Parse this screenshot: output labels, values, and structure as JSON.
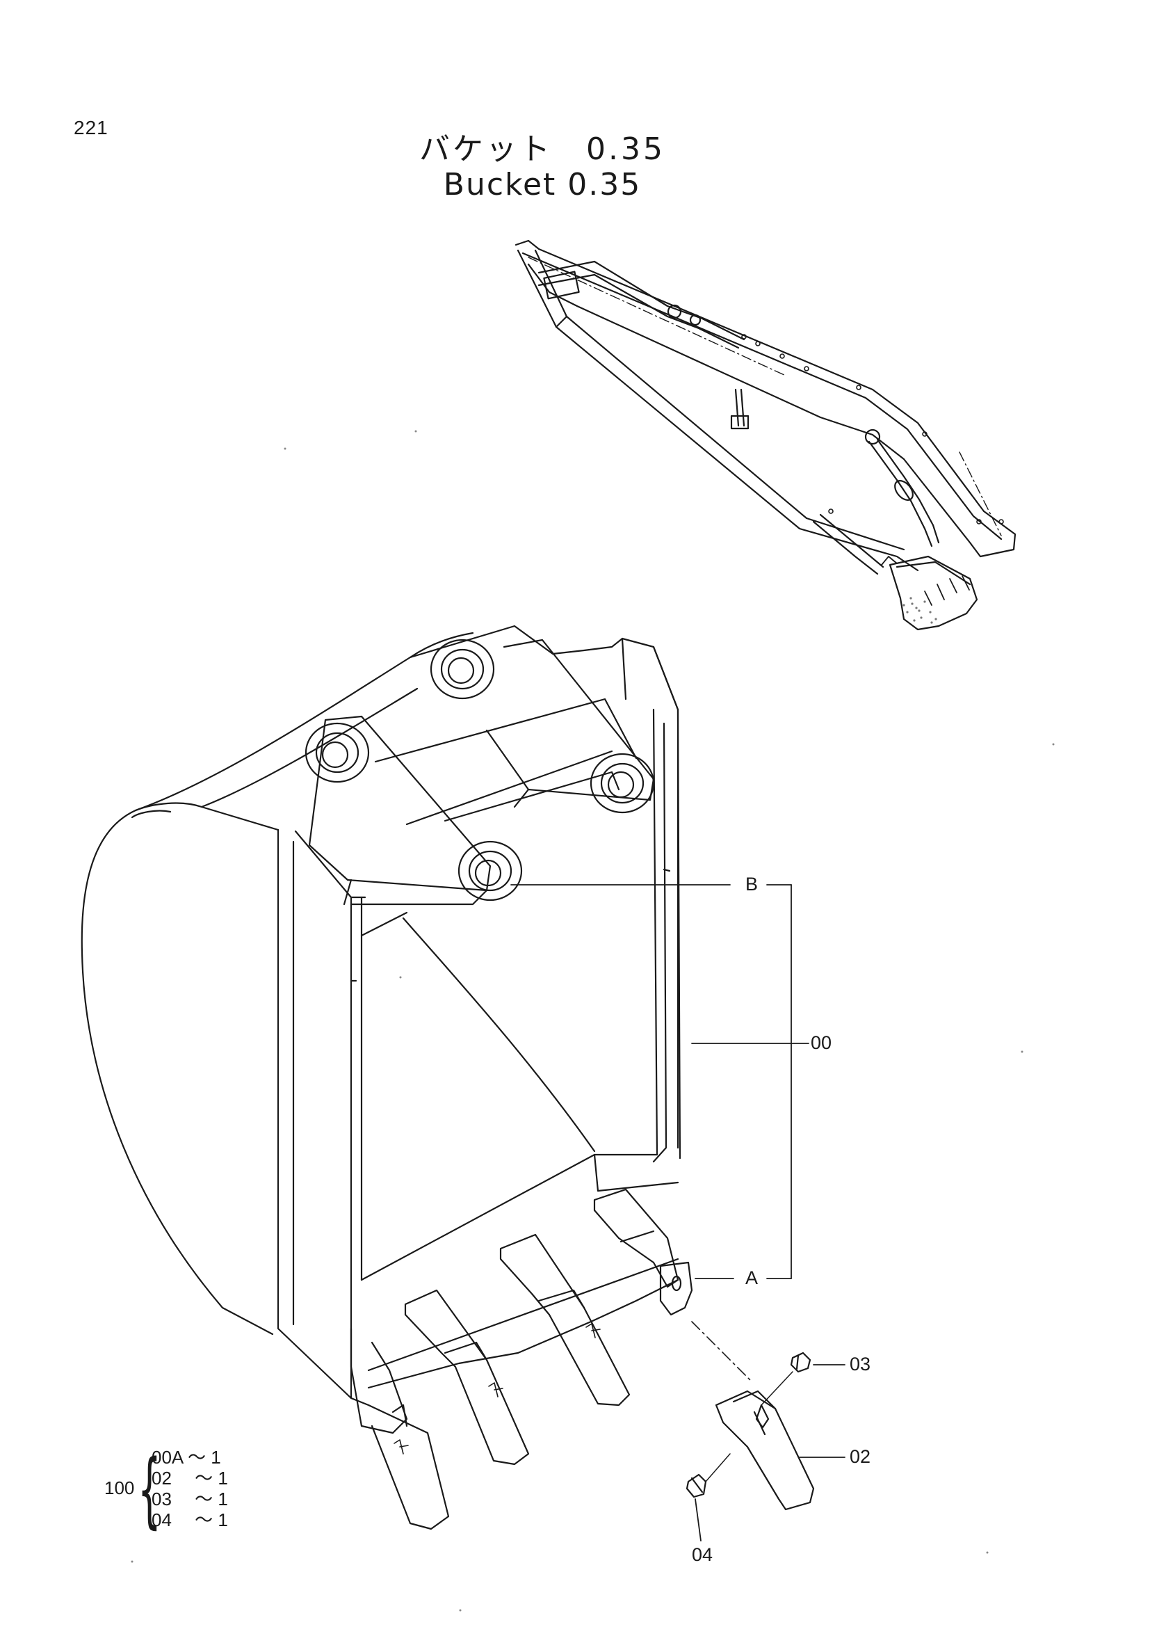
{
  "page_number": "221",
  "title_jp": "バケット　0.35",
  "title_en": "Bucket 0.35",
  "callouts": {
    "b": "B",
    "a": "A",
    "p00": "00",
    "p03": "03",
    "p02": "02",
    "p04": "04"
  },
  "kit": {
    "number": "100",
    "rows": [
      "00A ～ 1",
      "02 　～ 1",
      "03 　～ 1",
      "04 　～ 1"
    ]
  }
}
